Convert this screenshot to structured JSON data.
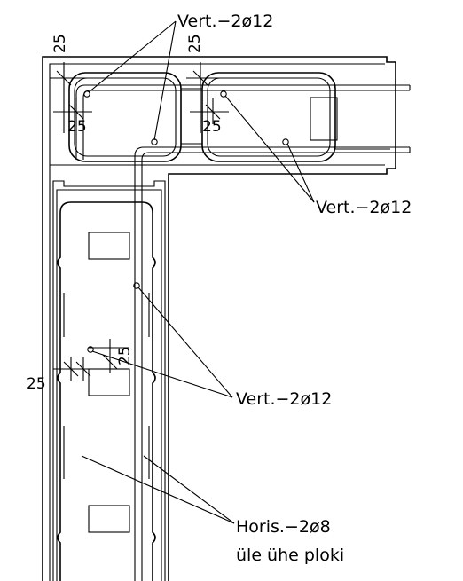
{
  "labels": {
    "vert_top": "Vert.−2ø12",
    "vert_right": "Vert.−2ø12",
    "vert_mid": "Vert.−2ø12",
    "horis_line1": "Horis.−2ø8",
    "horis_line2": "üle ühe ploki"
  },
  "dimensions": {
    "top_left": "25",
    "top_mid": "25",
    "corner_left": "25",
    "corner_mid": "25",
    "wall_side": "25",
    "wall_inner": "25"
  }
}
